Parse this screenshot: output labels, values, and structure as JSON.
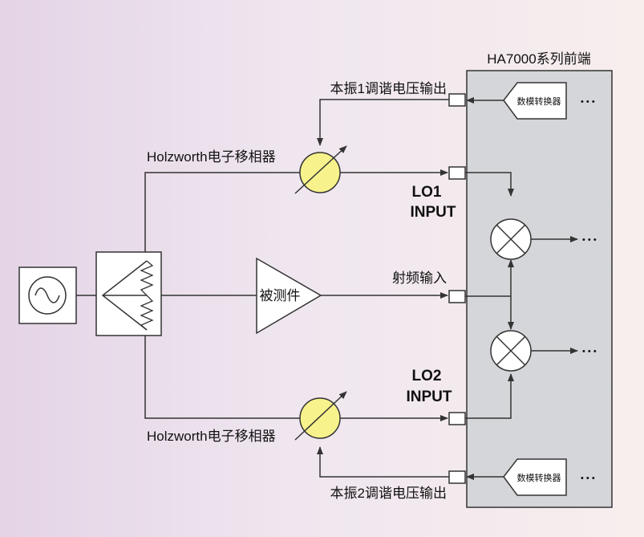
{
  "front_end_title": "HA7000系列前端",
  "lo1_tune_label": "本振1调谐电压输出",
  "lo2_tune_label": "本振2调谐电压输出",
  "phase_shifter_top_label": "Holzworth电子移相器",
  "phase_shifter_bottom_label": "Holzworth电子移相器",
  "dut_label": "被测件",
  "rf_input_label": "射频输入",
  "lo1_input_line1": "LO1",
  "lo1_input_line2": "INPUT",
  "lo2_input_line1": "LO2",
  "lo2_input_line2": "INPUT",
  "dac_top_label": "数模转换器",
  "dac_bottom_label": "数模转换器",
  "ellipsis": "• • •",
  "colors": {
    "panel_fill": "#d5d6d9",
    "phase_shifter_fill": "#f8f28c",
    "line": "#333333"
  }
}
